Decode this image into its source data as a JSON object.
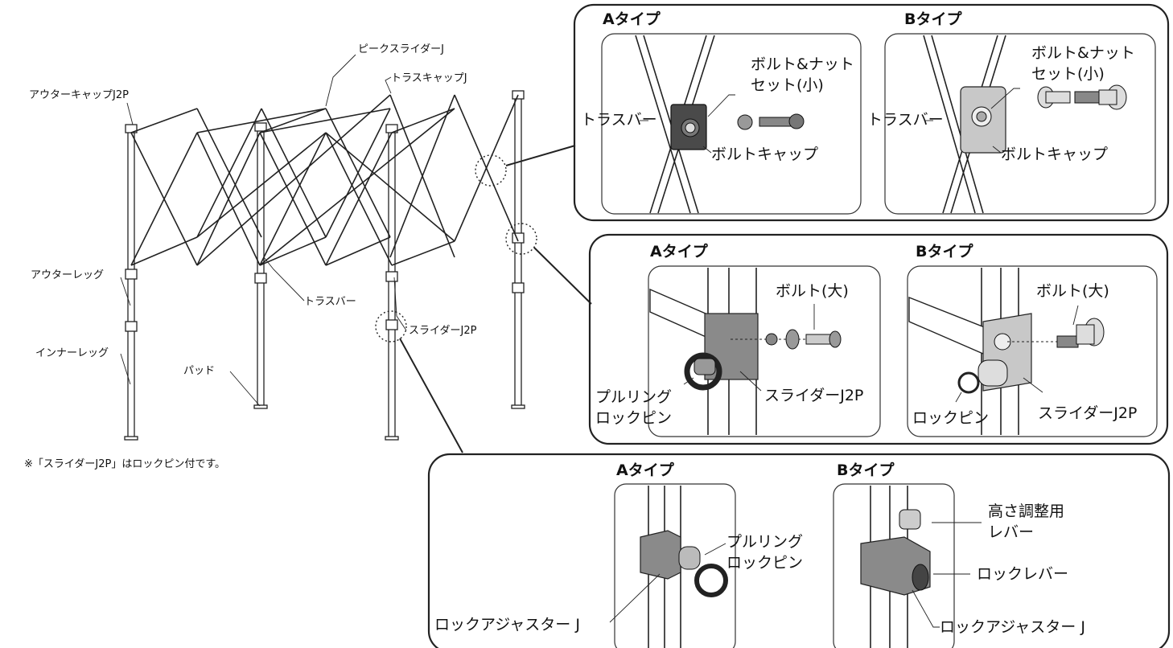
{
  "overview": {
    "labels": {
      "peak_slider": "ピークスライダーJ",
      "truss_cap": "トラスキャップJ",
      "outer_cap": "アウターキャップJ2P",
      "outer_leg": "アウターレッグ",
      "inner_leg": "インナーレッグ",
      "truss_bar": "トラスバー",
      "slider": "スライダーJ2P",
      "pad": "パッド"
    },
    "footnote": "※「スライダーJ2P」はロックピン付です。"
  },
  "panel_truss": {
    "a": {
      "title": "Aタイプ",
      "truss_bar": "トラスバー",
      "bolt_nut_line1": "ボルト&ナット",
      "bolt_nut_line2": "セット(小)",
      "bolt_cap": "ボルトキャップ"
    },
    "b": {
      "title": "Bタイプ",
      "truss_bar": "トラスバー",
      "bolt_nut_line1": "ボルト&ナット",
      "bolt_nut_line2": "セット(小)",
      "bolt_cap": "ボルトキャップ"
    }
  },
  "panel_slider": {
    "a": {
      "title": "Aタイプ",
      "bolt_large": "ボルト(大)",
      "pull_ring_line1": "プルリング",
      "pull_ring_line2": "ロックピン",
      "slider": "スライダーJ2P"
    },
    "b": {
      "title": "Bタイプ",
      "bolt_large": "ボルト(大)",
      "lock_pin": "ロックピン",
      "slider": "スライダーJ2P"
    }
  },
  "panel_adjuster": {
    "a": {
      "title": "Aタイプ",
      "pull_ring_line1": "プルリング",
      "pull_ring_line2": "ロックピン",
      "adjuster": "ロックアジャスター J"
    },
    "b": {
      "title": "Bタイプ",
      "height_lever_line1": "高さ調整用",
      "height_lever_line2": "レバー",
      "lock_lever": "ロックレバー",
      "adjuster": "ロックアジャスター J"
    }
  }
}
